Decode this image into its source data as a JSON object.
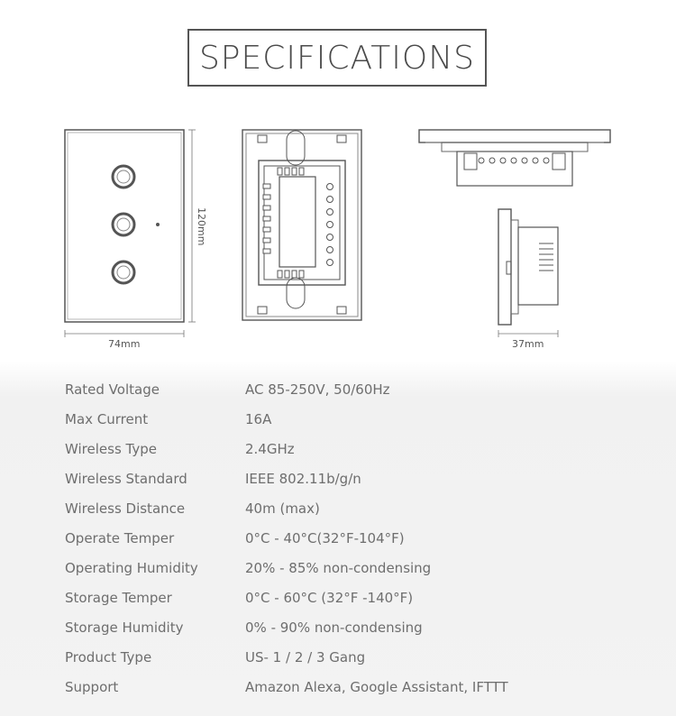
{
  "header": {
    "title": "SPECIFICATIONS"
  },
  "dimensions": {
    "width": "74mm",
    "height": "120mm",
    "depth": "37mm"
  },
  "specs": [
    {
      "label": "Rated Voltage",
      "value": "AC 85-250V, 50/60Hz"
    },
    {
      "label": "Max Current",
      "value": "16A"
    },
    {
      "label": "Wireless Type",
      "value": "2.4GHz"
    },
    {
      "label": "Wireless Standard",
      "value": "IEEE 802.11b/g/n"
    },
    {
      "label": "Wireless Distance",
      "value": "40m (max)"
    },
    {
      "label": "Operate Temper",
      "value": "0°C - 40°C(32°F-104°F)"
    },
    {
      "label": "Operating Humidity",
      "value": "20% - 85% non-condensing"
    },
    {
      "label": "Storage Temper",
      "value": "0°C - 60°C (32°F -140°F)"
    },
    {
      "label": "Storage Humidity",
      "value": "0% - 90% non-condensing"
    },
    {
      "label": "Product Type",
      "value": "US- 1 / 2 / 3 Gang"
    },
    {
      "label": "Support",
      "value": "Amazon Alexa, Google Assistant, IFTTT"
    }
  ]
}
